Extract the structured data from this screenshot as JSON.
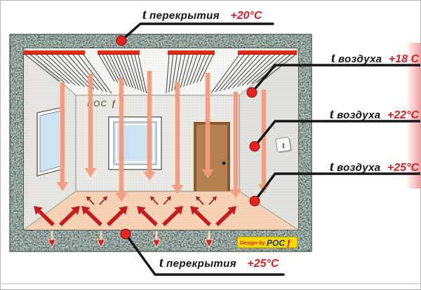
{
  "diagram": {
    "callouts": {
      "top": {
        "prefix": "t",
        "name": "перекрытия",
        "value": "+20°С"
      },
      "air_upper": {
        "prefix": "t",
        "name": "воздуха",
        "value": "+18 С"
      },
      "air_middle": {
        "prefix": "t",
        "name": "воздуха",
        "value": "+22°С"
      },
      "air_lower": {
        "prefix": "t",
        "name": "воздуха",
        "value": "+25°С"
      },
      "bottom": {
        "prefix": "t",
        "name": "перекрытия",
        "value": "+25°С"
      }
    },
    "room": {
      "wall_logo_text": "РОС",
      "wall_logo_flame": "ƒ",
      "thermostat_glyph": "t"
    },
    "badge": {
      "design_by": "Design by",
      "brand": "РОС",
      "flame": "ƒ"
    },
    "colors": {
      "concrete_base": "#a2b4ac",
      "speckle_dark": "#3a4a44",
      "speckle_light": "#f4f8f5",
      "ceiling": "#f6f6f2",
      "wall_left": "#e6e6e0",
      "wall_right": "#e3e3dd",
      "wall_back": "#eceae4",
      "floor": "#f8d2b5",
      "panel_red": "#e62b12",
      "arrow_salmon": "#f49a7c",
      "arrow_red": "#c41c1c",
      "slab_arrow_red": "#d62020",
      "label_red": "#d42222",
      "callout_black": "#141414",
      "glass_blue": "#cde3f1",
      "door_brown": "#b5804f",
      "door_frame": "#8a5a2e",
      "badge_yellow": "#f5d800",
      "badge_blue": "#202f92",
      "badge_red": "#d41f10",
      "logo_gray": "#7b7b72",
      "pink_bar": "#ef9d9d"
    }
  }
}
